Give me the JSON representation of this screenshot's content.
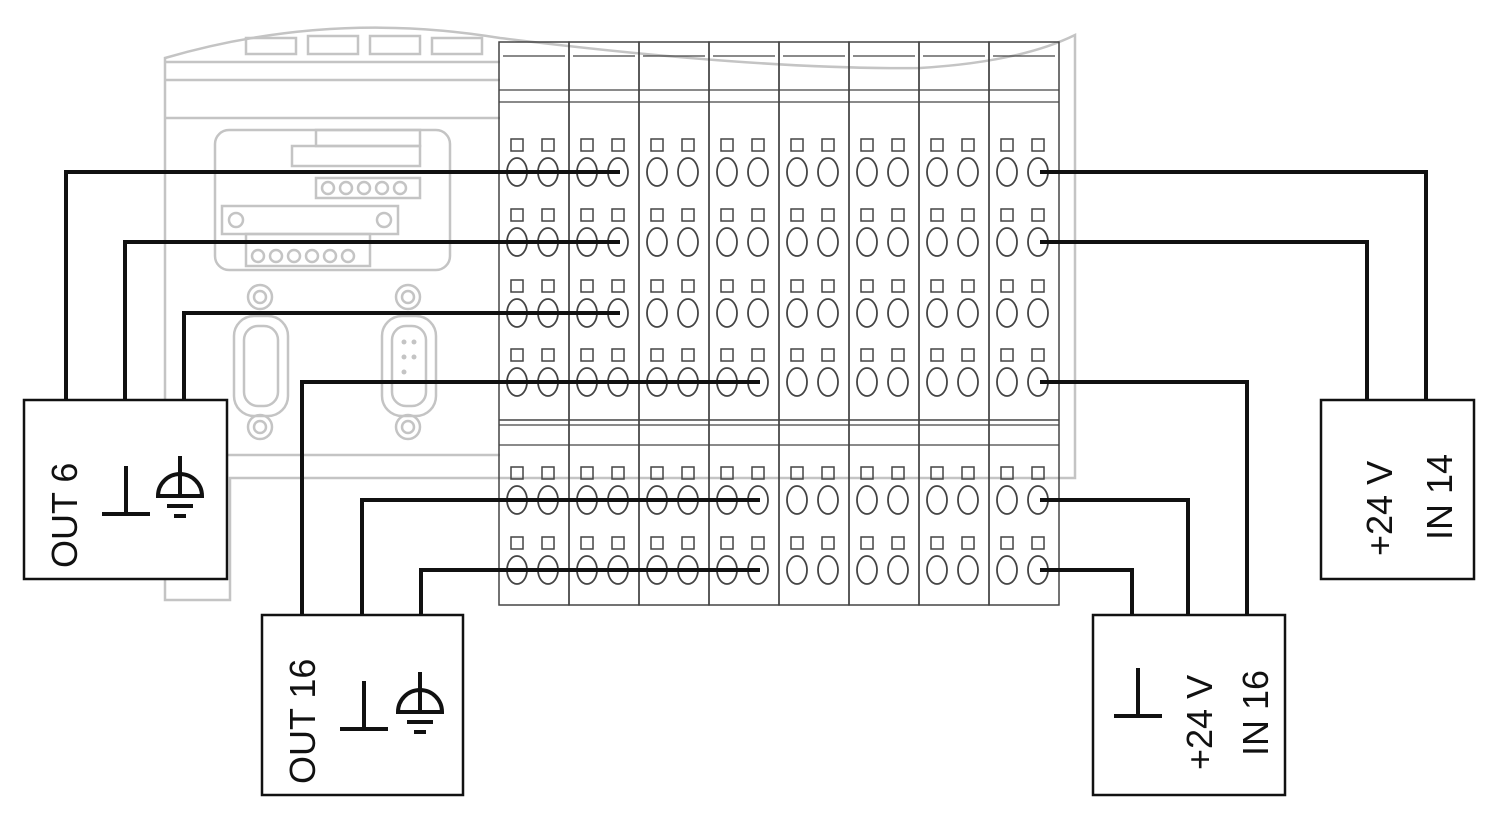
{
  "diagram": {
    "type": "wiring-diagram",
    "boxes": [
      {
        "id": "out6",
        "label": "OUT 6",
        "symbols": [
          "ground-symbol",
          "protective-earth-symbol"
        ]
      },
      {
        "id": "out16",
        "label": "OUT 16",
        "symbols": [
          "ground-symbol",
          "protective-earth-symbol"
        ]
      },
      {
        "id": "in14",
        "labels": [
          "+24 V",
          "IN 14"
        ]
      },
      {
        "id": "in16",
        "labels": [
          "+24 V",
          "IN 16"
        ],
        "symbols": [
          "ground-symbol"
        ]
      }
    ],
    "module": {
      "terminal_blocks": 8,
      "upper_rows": 4,
      "lower_rows": 2,
      "connector": "D-sub",
      "style": "greyed-out background device"
    },
    "colors": {
      "wire": "#111111",
      "device_outline": "#c4c4c4",
      "terminal": "#444444",
      "background": "#ffffff"
    }
  }
}
